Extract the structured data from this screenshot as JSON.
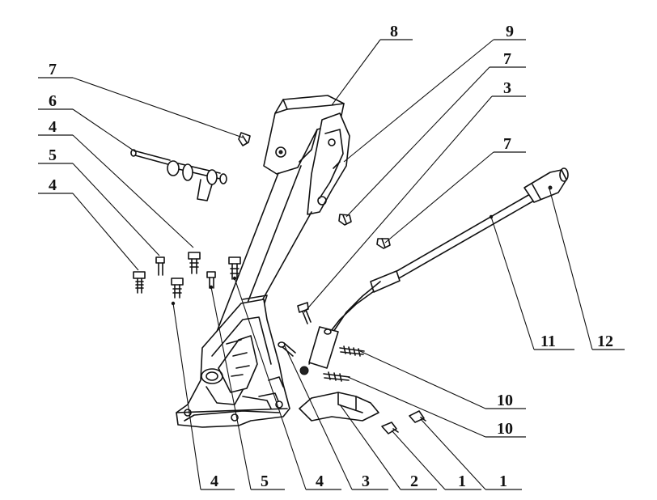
{
  "callouts": [
    {
      "id": "c8",
      "text": "8"
    },
    {
      "id": "c9",
      "text": "9"
    },
    {
      "id": "c7a",
      "text": "7"
    },
    {
      "id": "c7b",
      "text": "7"
    },
    {
      "id": "c3a",
      "text": "3"
    },
    {
      "id": "c7c",
      "text": "7"
    },
    {
      "id": "c6",
      "text": "6"
    },
    {
      "id": "c4a",
      "text": "4"
    },
    {
      "id": "c5a",
      "text": "5"
    },
    {
      "id": "c4b",
      "text": "4"
    },
    {
      "id": "c11",
      "text": "11"
    },
    {
      "id": "c12",
      "text": "12"
    },
    {
      "id": "c10a",
      "text": "10"
    },
    {
      "id": "c10b",
      "text": "10"
    },
    {
      "id": "c4c",
      "text": "4"
    },
    {
      "id": "c5b",
      "text": "5"
    },
    {
      "id": "c4d",
      "text": "4"
    },
    {
      "id": "c3b",
      "text": "3"
    },
    {
      "id": "c2",
      "text": "2"
    },
    {
      "id": "c1a",
      "text": "1"
    },
    {
      "id": "c1b",
      "text": "1"
    }
  ]
}
